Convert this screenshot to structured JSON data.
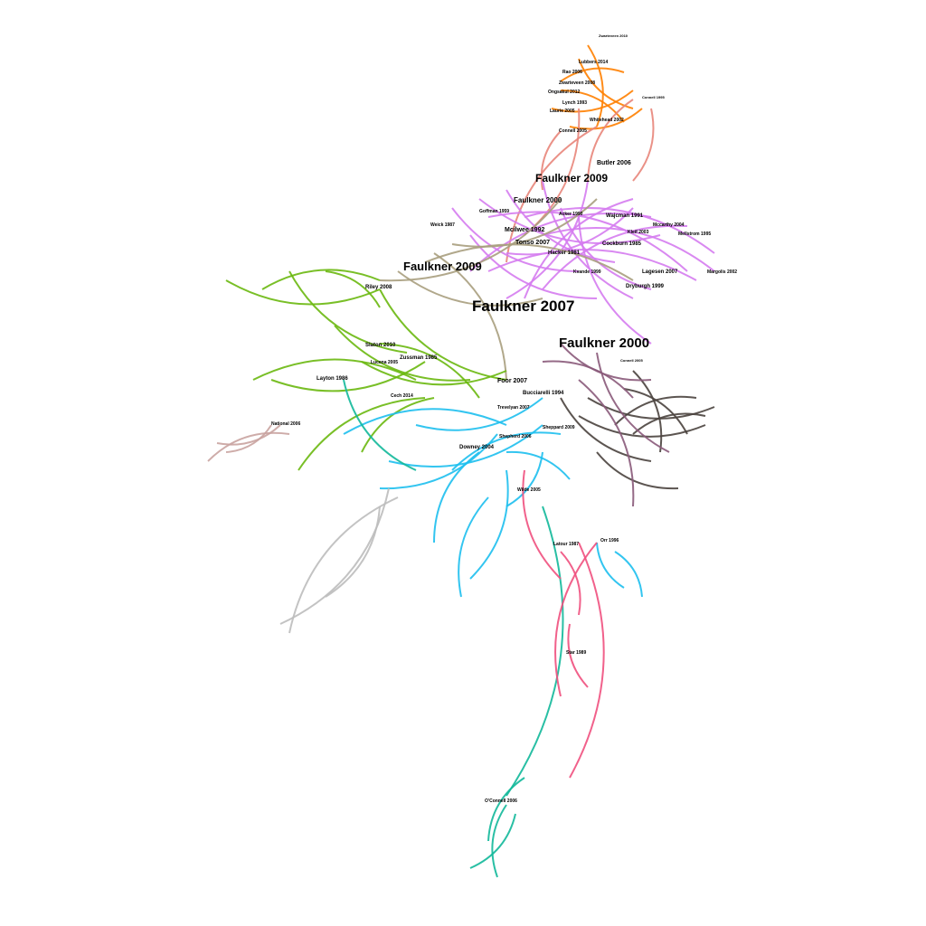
{
  "colors": {
    "orange": "#ff7f00",
    "salmon": "#e8857a",
    "violet": "#d57cf0",
    "khaki": "#a89e7e",
    "green": "#6ab80f",
    "cyan": "#1dbfee",
    "teal": "#12b89a",
    "pink": "#f0507e",
    "dark": "#4a423e",
    "mauve": "#8a5a7a",
    "rose": "#c9a3a0",
    "grey": "#bdbdbd"
  },
  "labels": [
    "Zwarteveen 2010",
    "Faulkner 2009",
    "Faulkner 2007",
    "Faulkner 2000",
    "Faulkner 2009",
    "Faulkner 2000",
    "Butler 2006",
    "Mcilwee 1992",
    "Tonso 2007",
    "Hacker 1981",
    "Cockburn 1985",
    "Dryburgh 1999",
    "Wajcman 1991",
    "Lagesen 2007",
    "Kvande 1999",
    "Riley 2008",
    "Slaton 2010",
    "Zussman 1985",
    "Layton 1986",
    "Foor 2007",
    "Bucciarelli 1994",
    "Downey 2004",
    "Lynch 1993",
    "Whitehead 2002",
    "Connell 2005",
    "Laurie 2005",
    "Zwarteveen 2008",
    "Lubbers 2014",
    "Connell 1995",
    "Connell 2005",
    "Rao 2006",
    "Ongsakul 2012",
    "Goffman 1959",
    "Acker 1990",
    "Weick 1987",
    "Kleif 2003",
    "Mccarthy 2004",
    "Mellstrom 1995",
    "Margolis 2002",
    "O'Connell 2006",
    "Cech 2014",
    "Lucena 2005",
    "Trevelyan 2007",
    "Wilde 2005",
    "Latour 1987",
    "Orr 1996",
    "Star 1989",
    "Shepherd 2006",
    "Sheppard 2009",
    "National 2006"
  ],
  "edges": {
    "orange": [
      [
        [
          640,
          65
        ],
        [
          700,
          120
        ]
      ],
      [
        [
          620,
          90
        ],
        [
          690,
          80
        ]
      ],
      [
        [
          610,
          120
        ],
        [
          700,
          100
        ]
      ],
      [
        [
          650,
          50
        ],
        [
          660,
          140
        ]
      ],
      [
        [
          630,
          140
        ],
        [
          710,
          120
        ]
      ],
      [
        [
          620,
          100
        ],
        [
          690,
          135
        ]
      ]
    ],
    "salmon": [
      [
        [
          620,
          145
        ],
        [
          600,
          210
        ]
      ],
      [
        [
          640,
          120
        ],
        [
          580,
          260
        ]
      ],
      [
        [
          700,
          110
        ],
        [
          650,
          200
        ]
      ],
      [
        [
          720,
          120
        ],
        [
          700,
          200
        ]
      ],
      [
        [
          660,
          140
        ],
        [
          560,
          290
        ]
      ]
    ],
    "violet": [
      [
        [
          600,
          200
        ],
        [
          700,
          330
        ]
      ],
      [
        [
          540,
          240
        ],
        [
          760,
          300
        ]
      ],
      [
        [
          530,
          220
        ],
        [
          730,
          260
        ]
      ],
      [
        [
          580,
          240
        ],
        [
          790,
          280
        ]
      ],
      [
        [
          560,
          280
        ],
        [
          700,
          230
        ]
      ],
      [
        [
          600,
          320
        ],
        [
          760,
          250
        ]
      ],
      [
        [
          520,
          260
        ],
        [
          660,
          330
        ]
      ],
      [
        [
          650,
          200
        ],
        [
          560,
          330
        ]
      ],
      [
        [
          620,
          230
        ],
        [
          720,
          320
        ]
      ],
      [
        [
          540,
          300
        ],
        [
          770,
          310
        ]
      ],
      [
        [
          500,
          230
        ],
        [
          640,
          300
        ]
      ],
      [
        [
          600,
          260
        ],
        [
          790,
          300
        ]
      ],
      [
        [
          560,
          210
        ],
        [
          680,
          290
        ]
      ],
      [
        [
          520,
          300
        ],
        [
          720,
          240
        ]
      ],
      [
        [
          640,
          240
        ],
        [
          720,
          380
        ]
      ],
      [
        [
          580,
          330
        ],
        [
          700,
          220
        ]
      ]
    ],
    "khaki": [
      [
        [
          500,
          270
        ],
        [
          660,
          220
        ]
      ],
      [
        [
          470,
          290
        ],
        [
          700,
          310
        ]
      ],
      [
        [
          440,
          300
        ],
        [
          600,
          330
        ]
      ],
      [
        [
          480,
          280
        ],
        [
          560,
          420
        ]
      ],
      [
        [
          420,
          310
        ],
        [
          620,
          220
        ]
      ]
    ],
    "green": [
      [
        [
          420,
          320
        ],
        [
          560,
          420
        ]
      ],
      [
        [
          290,
          320
        ],
        [
          420,
          310
        ]
      ],
      [
        [
          300,
          420
        ],
        [
          470,
          400
        ]
      ],
      [
        [
          330,
          520
        ],
        [
          470,
          440
        ]
      ],
      [
        [
          370,
          360
        ],
        [
          520,
          420
        ]
      ],
      [
        [
          420,
          380
        ],
        [
          530,
          440
        ]
      ],
      [
        [
          400,
          400
        ],
        [
          560,
          410
        ]
      ],
      [
        [
          280,
          420
        ],
        [
          460,
          420
        ]
      ],
      [
        [
          320,
          300
        ],
        [
          450,
          390
        ]
      ],
      [
        [
          360,
          300
        ],
        [
          420,
          340
        ]
      ],
      [
        [
          250,
          310
        ],
        [
          420,
          320
        ]
      ],
      [
        [
          400,
          500
        ],
        [
          480,
          440
        ]
      ]
    ],
    "cyan": [
      [
        [
          430,
          510
        ],
        [
          600,
          470
        ]
      ],
      [
        [
          480,
          600
        ],
        [
          530,
          500
        ]
      ],
      [
        [
          520,
          640
        ],
        [
          560,
          520
        ]
      ],
      [
        [
          560,
          500
        ],
        [
          630,
          530
        ]
      ],
      [
        [
          420,
          540
        ],
        [
          550,
          480
        ]
      ],
      [
        [
          500,
          520
        ],
        [
          620,
          480
        ]
      ],
      [
        [
          560,
          560
        ],
        [
          600,
          500
        ]
      ],
      [
        [
          690,
          650
        ],
        [
          660,
          600
        ]
      ],
      [
        [
          710,
          660
        ],
        [
          680,
          610
        ]
      ],
      [
        [
          510,
          660
        ],
        [
          540,
          550
        ]
      ],
      [
        [
          460,
          470
        ],
        [
          600,
          440
        ]
      ],
      [
        [
          380,
          480
        ],
        [
          560,
          470
        ]
      ]
    ],
    "teal": [
      [
        [
          560,
          880
        ],
        [
          600,
          560
        ]
      ],
      [
        [
          540,
          930
        ],
        [
          580,
          860
        ]
      ],
      [
        [
          520,
          960
        ],
        [
          570,
          900
        ]
      ],
      [
        [
          550,
          970
        ],
        [
          560,
          890
        ]
      ],
      [
        [
          380,
          420
        ],
        [
          460,
          520
        ]
      ]
    ],
    "pink": [
      [
        [
          630,
          860
        ],
        [
          640,
          600
        ]
      ],
      [
        [
          620,
          770
        ],
        [
          660,
          600
        ]
      ],
      [
        [
          640,
          680
        ],
        [
          620,
          610
        ]
      ],
      [
        [
          650,
          760
        ],
        [
          630,
          690
        ]
      ],
      [
        [
          580,
          520
        ],
        [
          620,
          640
        ]
      ]
    ],
    "dark": [
      [
        [
          650,
          440
        ],
        [
          790,
          450
        ]
      ],
      [
        [
          680,
          470
        ],
        [
          770,
          440
        ]
      ],
      [
        [
          660,
          500
        ],
        [
          750,
          540
        ]
      ],
      [
        [
          700,
          410
        ],
        [
          730,
          500
        ]
      ],
      [
        [
          640,
          460
        ],
        [
          780,
          470
        ]
      ],
      [
        [
          690,
          430
        ],
        [
          760,
          480
        ]
      ],
      [
        [
          620,
          440
        ],
        [
          720,
          510
        ]
      ],
      [
        [
          700,
          480
        ],
        [
          780,
          460
        ]
      ]
    ],
    "mauve": [
      [
        [
          620,
          380
        ],
        [
          720,
          420
        ]
      ],
      [
        [
          600,
          400
        ],
        [
          700,
          440
        ]
      ],
      [
        [
          660,
          390
        ],
        [
          740,
          500
        ]
      ],
      [
        [
          640,
          420
        ],
        [
          700,
          560
        ]
      ]
    ],
    "rose": [
      [
        [
          240,
          490
        ],
        [
          310,
          470
        ]
      ],
      [
        [
          230,
          510
        ],
        [
          320,
          480
        ]
      ],
      [
        [
          250,
          500
        ],
        [
          300,
          470
        ]
      ]
    ],
    "grey": [
      [
        [
          310,
          690
        ],
        [
          430,
          540
        ]
      ],
      [
        [
          320,
          700
        ],
        [
          440,
          550
        ]
      ],
      [
        [
          360,
          660
        ],
        [
          420,
          560
        ]
      ]
    ]
  }
}
